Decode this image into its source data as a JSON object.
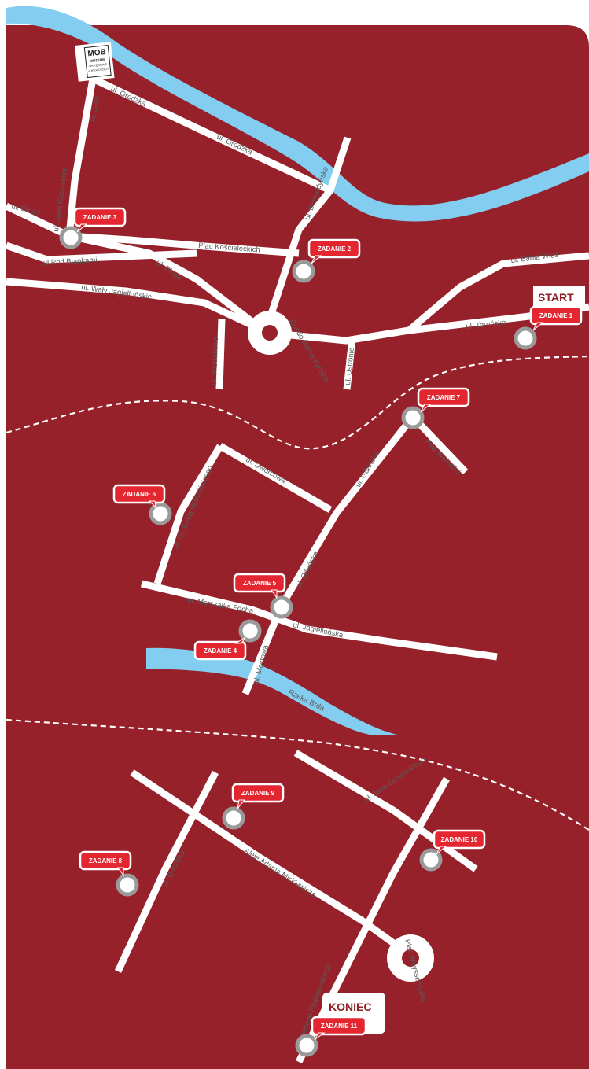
{
  "colors": {
    "background": "#97212a",
    "road": "#ffffff",
    "river": "#82cdf0",
    "marker_ring": "#9a9a9a",
    "task_badge": "#e3262f",
    "accent_text": "#8e1f25",
    "street_text": "#5a5a5a"
  },
  "logo": {
    "icon": "museum-logo-icon",
    "line1": "MOB",
    "line2": "MUZEUM",
    "line3": "OKRĘGOWE",
    "line4": "w BYDGOSZCZY"
  },
  "labels": {
    "start": "START",
    "end": "KONIEC"
  },
  "tasks": [
    "ZADANIE 1",
    "ZADANIE 2",
    "ZADANIE 3",
    "ZADANIE 4",
    "ZADANIE 5",
    "ZADANIE 6",
    "ZADANIE 7",
    "ZADANIE 8",
    "ZADANIE 9",
    "ZADANIE 10",
    "ZADANIE 11"
  ],
  "streets": {
    "jatki": "ul. Jatki",
    "grodzka1": "ul. Grodzka",
    "grodzka2": "ul. Grodzka",
    "bernardynska": "ul. Bernardyńska",
    "dluga1": "ul. Długa",
    "jana_kazimierza": "ul. Jana Kazimierza",
    "plac_koscieleckich": "Plac Kościeleckich",
    "pod_blankami": "ul.Pod Blankami",
    "dluga2": "ul. Długa",
    "waly_jagiellonskie": "ul. Wały Jagiellońskie",
    "rondo": "Rondo Bernardyńskie",
    "wiatrakowa": "ul. Wiatrakowa",
    "ustronie": "ul. Ustronie",
    "torunska": "ul. Toruńska",
    "babia_wies": "ul. Babia Wieś",
    "dworcowa": "ul. Dworcowa",
    "warminskiego": "ul. Dr. Emila Warmińskiego",
    "gdanska1": "ul. Gdańska",
    "gdanska2": "ul. Gdańska",
    "plac_wolnosci": "Plac Wolności",
    "marszalka_focha": "ul. Marszałka Focha",
    "jagiellonska": "ul. Jagiellońska",
    "mostowa": "ul. Mostowa",
    "rzeka_brda": "Rzeka Brda",
    "gdanska3": "ul. Gdańska",
    "mickiewicza": "Aleje Adama Mickiewicza",
    "zamoyskiego": "ul. Jana Zamoyskiego",
    "paderewskiego": "ul. Ignacego Paderewskiego",
    "plac_weyssenhoffa": "Plac Weyssenhoffa"
  }
}
